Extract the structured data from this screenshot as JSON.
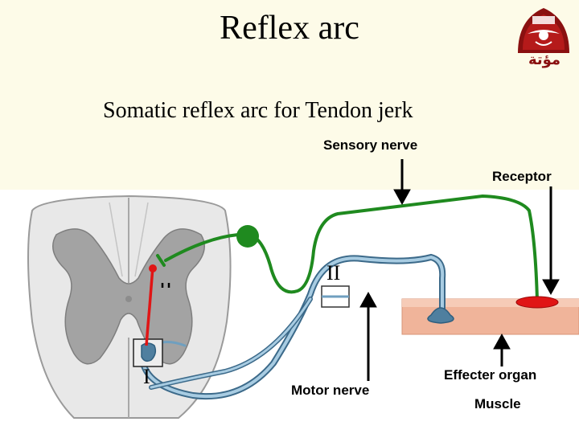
{
  "title": "Reflex arc",
  "subtitle": "Somatic reflex arc for Tendon jerk",
  "labels": {
    "sensory_nerve": "Sensory nerve",
    "receptor": "Receptor",
    "motor_nerve": "Motor nerve",
    "effector_organ": "Effecter organ",
    "muscle": "Muscle",
    "roman_one": "I",
    "roman_two": "II"
  },
  "logo": {
    "text": "مؤتة"
  },
  "colors": {
    "sensory_path": "#1f8a1f",
    "motor_path": "#6f9fbf",
    "interneuron": "#e01515",
    "receptor": "#e01515",
    "muscle": "#f0b49a",
    "spinal_cord": "#e8e8e8",
    "grey_matter": "#9a9a9a",
    "logo": "#8a1010"
  }
}
